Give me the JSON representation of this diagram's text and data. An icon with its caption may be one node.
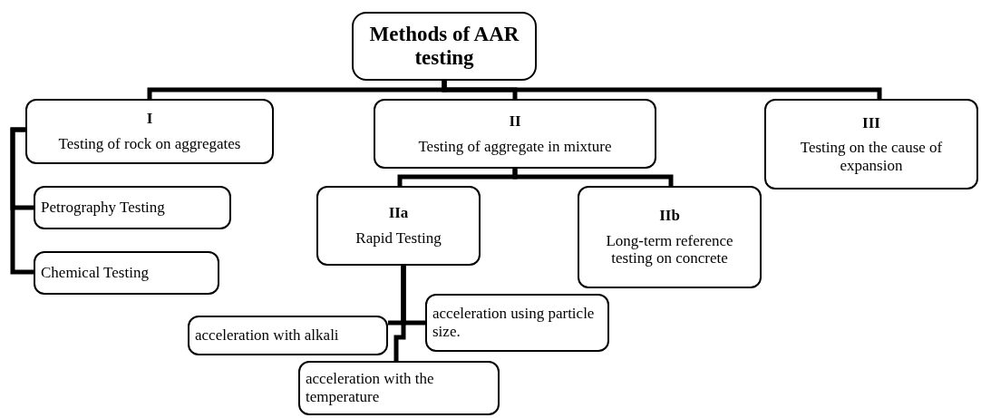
{
  "diagram": {
    "nodes": [
      {
        "text": [
          "Methods of AAR testing"
        ]
      },
      {
        "text": [
          "I",
          "Testing of rock on aggregates"
        ]
      },
      {
        "text": [
          "II",
          "Testing of aggregate in mixture"
        ]
      },
      {
        "text": [
          "III",
          "Testing on the cause of expansion"
        ]
      },
      {
        "text": [
          "Petrography Testing"
        ]
      },
      {
        "text": [
          "Chemical Testing"
        ]
      },
      {
        "text": [
          "IIa",
          "Rapid Testing"
        ]
      },
      {
        "text": [
          "IIb",
          "Long-term reference testing on concrete"
        ]
      },
      {
        "text": [
          "acceleration using particle size."
        ]
      },
      {
        "text": [
          "acceleration with alkali"
        ]
      },
      {
        "text": [
          "acceleration with the temperature"
        ]
      }
    ],
    "edges": [
      {
        "from": 0,
        "to": 1,
        "arrow": "none"
      },
      {
        "from": 0,
        "to": 2,
        "arrow": "none"
      },
      {
        "from": 0,
        "to": 3,
        "arrow": "none"
      },
      {
        "from": 1,
        "to": 4,
        "arrow": "none"
      },
      {
        "from": 1,
        "to": 5,
        "arrow": "none"
      },
      {
        "from": 2,
        "to": 6,
        "arrow": "none"
      },
      {
        "from": 2,
        "to": 7,
        "arrow": "none"
      },
      {
        "from": 6,
        "to": 9,
        "arrow": "none"
      },
      {
        "from": 6,
        "to": 8,
        "arrow": "none"
      },
      {
        "from": 6,
        "to": 10,
        "arrow": "none"
      }
    ]
  }
}
